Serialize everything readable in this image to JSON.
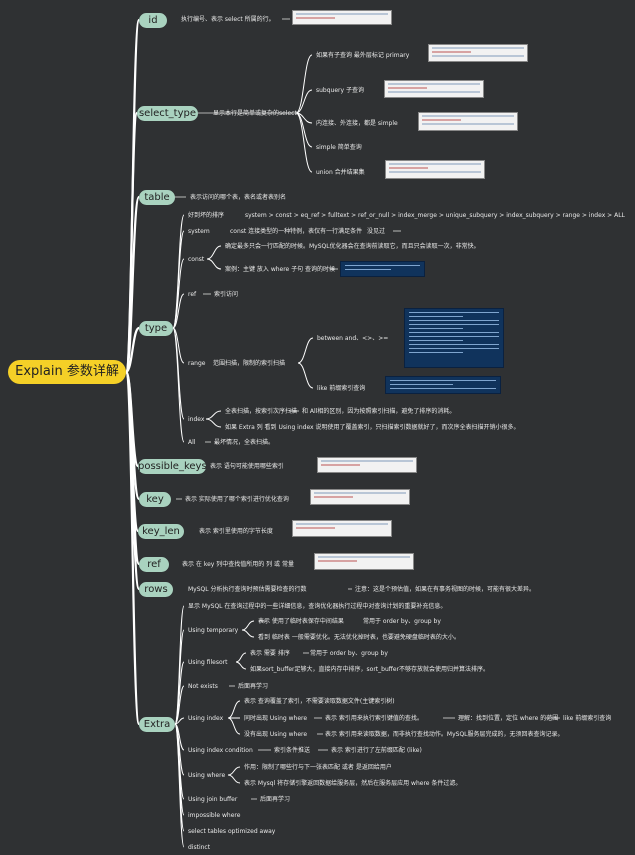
{
  "root": "Explain 参数详解",
  "nodes": {
    "id": "id",
    "select_type": "select_type",
    "table": "table",
    "type": "type",
    "possible_keys": "possible_keys",
    "key": "key",
    "key_len": "key_len",
    "ref": "ref",
    "rows": "rows",
    "extra": "Extra"
  },
  "texts": {
    "id_desc": "执行编号、表示 select 所属的行。",
    "st_desc": "显示本行是简单或复杂的select",
    "st_primary": "如果有子查询 最外层标记 primary",
    "st_subquery": "subquery 子查询",
    "st_simple": "内连接、外连接，都是 simple",
    "st_simple2": "simple 简单查询",
    "st_union": "union 合并结果集",
    "table_desc": "表示访问的哪个表，表名或者表别名",
    "type_order_label": "好到坏的排序",
    "type_order": "system > const > eq_ref > fulltext > ref_or_null > index_merge > unique_subquery > index_subquery > range > index > ALL",
    "system": "system",
    "system_desc": "const 连接类型的一种特例，表仅有一行满足条件",
    "system_note": "没见过",
    "const": "const",
    "const_desc": "确定最多只会一行匹配的时候。MySQL优化器会在查询前读取它，而且只会读取一次，非常快。",
    "const_case": "案例：主键 放入 where 子句 查询的时候",
    "ref": "ref",
    "ref_desc": "索引访问",
    "range": "range",
    "range_desc": "范围扫描，限制的索引扫描",
    "range_between": "between and、<>、>=",
    "range_like": "like 前缀索引查询",
    "index": "index",
    "index_desc1": "全表扫描，按索引次序扫描",
    "index_desc1b": "和 All相的区别，因为按照索引扫描，避免了排序的消耗。",
    "index_desc2": "如果 Extra 列 看到 Using index 说明使用了覆盖索引，只扫描索引数据就好了，而次序全表扫描开销小很多。",
    "all": "All",
    "all_desc": "最坏情况，全表扫描。",
    "pk_desc": "表示 语句可能使用哪些索引",
    "key_desc": "表示 实际使用了哪个索引进行优化查询",
    "keylen_desc": "表示 索引里使用的字节长度",
    "ref_node_desc": "表示 在 key 列中查找值所用的 列 或 常量",
    "rows_desc": "MySQL 分析执行查询时预估需要检查的行数",
    "rows_note": "注意：这是个预估值，如果在有事务视图的时候，可能有很大差异。",
    "extra_desc": "显示 MySQL 在查询过程中的一些详细信息，查询优化器执行过程中对查询计划的重要补充信息。",
    "ut": "Using temporary",
    "ut_a": "表示 使用了临时表保存中间结果",
    "ut_a2": "常用于 order by、group by",
    "ut_b": "看到 临时表 一般需要优化。无法优化掉时表，也要避免硬盘临时表的大小。",
    "uf": "Using filesort",
    "uf_a": "表示 需要 排序",
    "uf_a2": "常用于 order by、group by",
    "uf_b": "如果sort_buffer足够大，直接内存中排序，sort_buffer不够存放就会使用归并算法排序。",
    "ne": "Not exists",
    "ne_note": "后面再学习",
    "ui": "Using index",
    "ui_a": "表示 查询覆盖了索引，不需要读取数据文件(主键索引树)",
    "ui_b": "同时出现 Using where",
    "ui_b1": "表示 索引用来执行索引键值的查找。",
    "ui_b2": "理解：找到位置，定位 where 的范围",
    "ui_b3": "like 前缀索引查询",
    "ui_c": "没有出现 Using where",
    "ui_c1": "表示 索引用来读取数据，而非执行查找动作。MySQL服务层完成的，无须回表查询记录。",
    "uic": "Using index condition",
    "uic_a": "索引条件推送",
    "uic_b": "表示 索引进行了左前缀匹配 (like)",
    "uw": "Using where",
    "uw_a": "作用：限制了哪些行与下一张表匹配 或者 是返回给用户",
    "uw_b": "表示 Mysql 将存储引擎返回数据给服务层，然后在服务层应用 where 条件过滤。",
    "ujb": "Using join buffer",
    "ujb_note": "后面再学习",
    "imp": "impossible where",
    "sto": "select tables optimized away",
    "dist": "distinct"
  },
  "colors": {
    "background": "#2f3133",
    "root": "#f5d027",
    "node": "#a9d2bf",
    "line": "#ffffff"
  }
}
